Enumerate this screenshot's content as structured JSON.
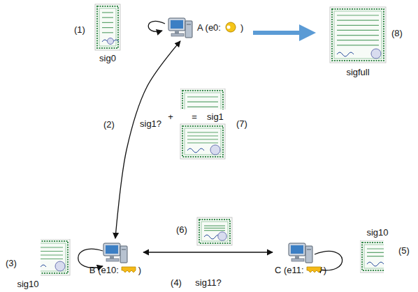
{
  "diagram": {
    "nodes": [
      {
        "text": [
          "A (e0:",
          ")"
        ]
      },
      {
        "text": [
          "B (e10:",
          ")"
        ]
      },
      {
        "text": [
          "C (e11:",
          ")"
        ]
      }
    ],
    "edges": [
      {
        "from": 0,
        "to": 1,
        "arrow": "both",
        "label": "sig1?"
      },
      {
        "from": 1,
        "to": 2,
        "arrow": "both",
        "label": "sig11?"
      }
    ],
    "labels": [
      "(1)",
      "sig0",
      "(2)",
      "(7)",
      "+",
      "=",
      "sig1",
      "(8)",
      "sigfull",
      "(3)",
      "sig10",
      "(4)",
      "(5)",
      "sig10",
      "(6)"
    ]
  }
}
